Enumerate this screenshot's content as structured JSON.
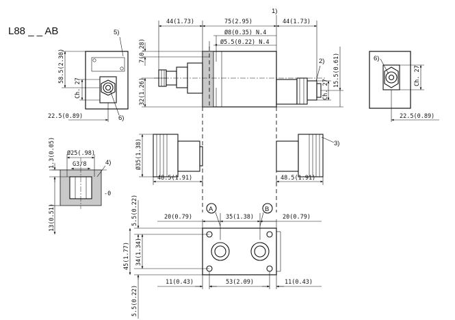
{
  "title": "L88 _ _ AB",
  "callouts": {
    "c1": "1)",
    "c2": "2)",
    "c3": "3)",
    "c4": "4)",
    "c5": "5)",
    "c6a": "6)",
    "c6b": "6)"
  },
  "ports": {
    "a": "A",
    "b": "B"
  },
  "dims": {
    "top_left": "44(1.73)",
    "top_mid": "75(2.95)",
    "top_right": "44(1.73)",
    "bore8": "Ø8(0.35) N.4",
    "bore55": "Ø5.5(0.22) N.4",
    "h7": "7(0.28)",
    "h32": "32(1.26)",
    "h155": "15.5(0.61)",
    "ch27_main": "Ch. 27",
    "ch27_left": "Ch. 27",
    "ch27_right": "Ch. 27",
    "h585": "58.5(2.30)",
    "w225_left": "22.5(0.89)",
    "w225_right": "22.5(0.89)",
    "d35": "Ø35(1.38)",
    "l485_left": "48.5(1.91)",
    "l485_right": "48.5(1.91)",
    "d25": "Ø25(.98)",
    "g38": "G3/8",
    "h13_top": "1.3(0.05)",
    "h13": "13(0.51)",
    "zero": "-0",
    "v55_top": "5.5(0.22)",
    "h20_left": "20(0.79)",
    "h35": "35(1.38)",
    "h20_right": "20(0.79)",
    "v45": "45(1.77)",
    "v34": "34(1.34)",
    "h11_left": "11(0.43)",
    "h53": "53(2.09)",
    "h11_right": "11(0.43)",
    "v55_bot": "5.5(0.22)"
  }
}
